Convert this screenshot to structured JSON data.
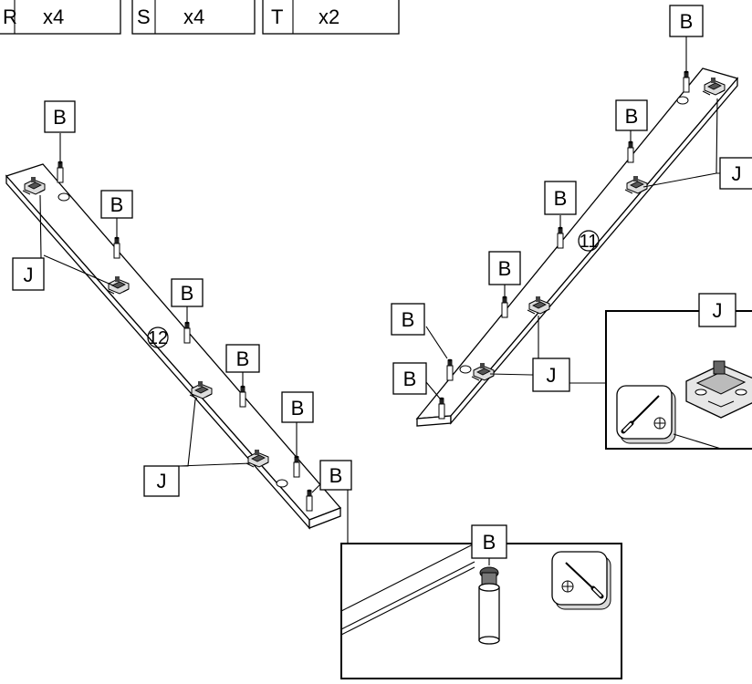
{
  "parts_table": [
    {
      "letter": "R",
      "qty": "x4"
    },
    {
      "letter": "S",
      "qty": "x4"
    },
    {
      "letter": "T",
      "qty": "x2"
    }
  ],
  "panel_left": {
    "number": "12"
  },
  "panel_right": {
    "number": "11"
  },
  "labels": {
    "dowel": "B",
    "hinge_plate": "J"
  },
  "detail_dowel": {
    "label": "B"
  },
  "detail_hinge": {
    "label": "J"
  },
  "icons": {
    "tool": "screwdriver-icon",
    "hinge": "hinge-mounting-plate-icon",
    "dowel": "wooden-dowel-icon"
  }
}
